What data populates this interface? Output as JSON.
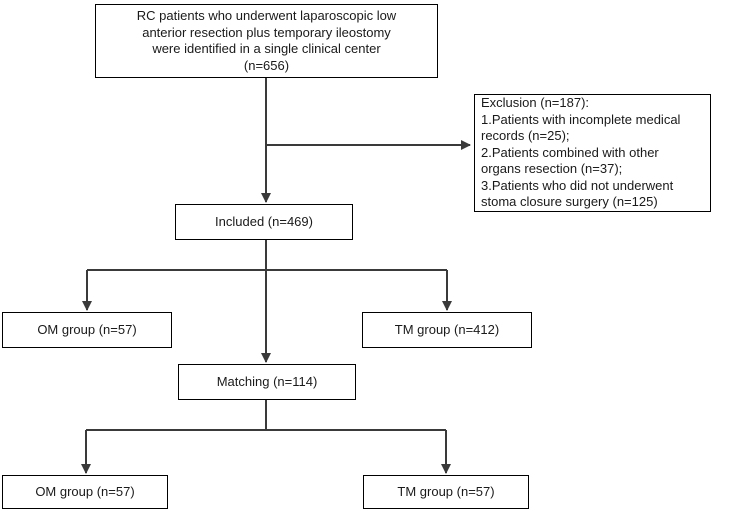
{
  "colors": {
    "line": "#3a3a3a",
    "border": "#000000",
    "text": "#1a1a1a"
  },
  "boxes": {
    "start": {
      "lines": [
        "RC patients who underwent laparoscopic low",
        "anterior resection plus temporary ileostomy",
        "were identified in a single clinical center",
        "(n=656)"
      ]
    },
    "exclusion": {
      "lines": [
        "Exclusion (n=187):",
        "1.Patients with incomplete medical",
        "records (n=25);",
        "2.Patients combined with other",
        "organs resection (n=37);",
        "3.Patients who did not underwent",
        "stoma closure surgery (n=125)"
      ]
    },
    "included": {
      "label": "Included (n=469)"
    },
    "om1": {
      "label": "OM group (n=57)"
    },
    "tm1": {
      "label": "TM group (n=412)"
    },
    "matching": {
      "label": "Matching (n=114)"
    },
    "om2": {
      "label": "OM  group (n=57)"
    },
    "tm2": {
      "label": "TM group (n=57)"
    }
  }
}
